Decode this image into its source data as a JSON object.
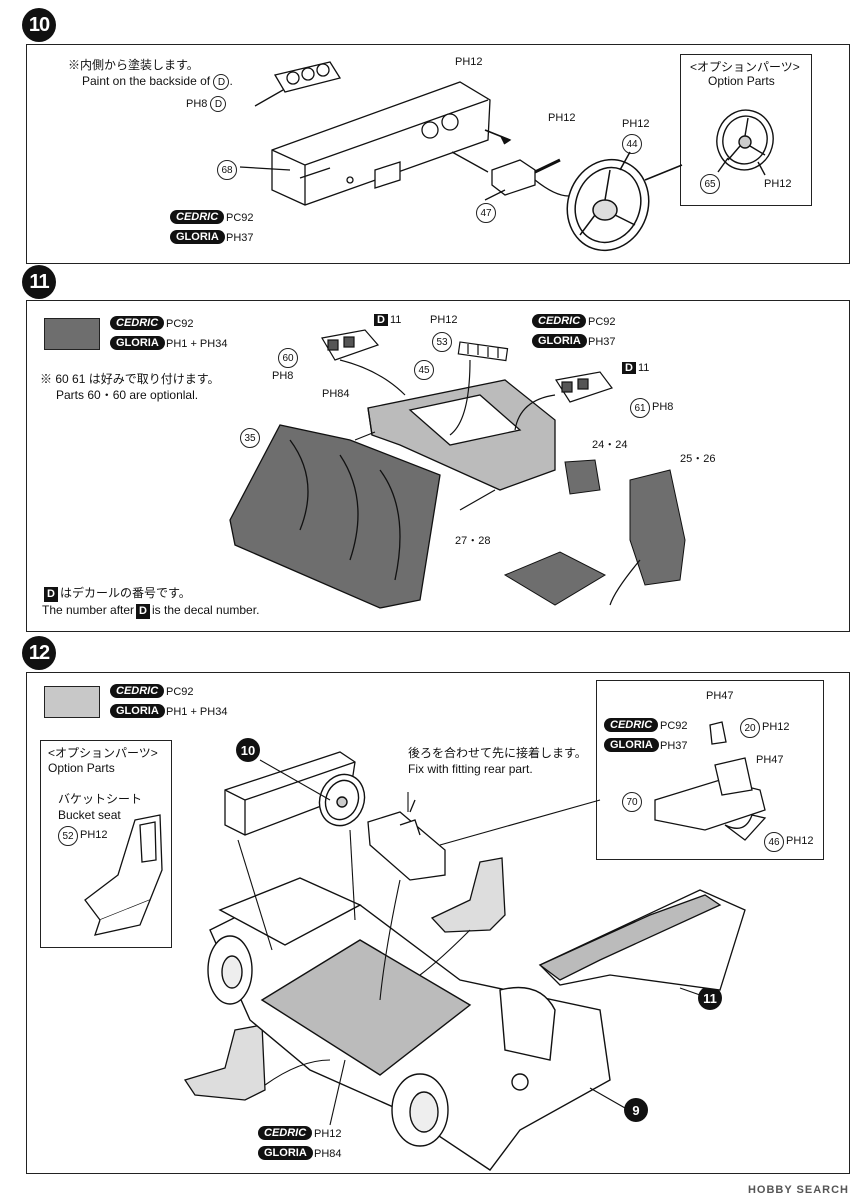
{
  "steps": {
    "s10": {
      "number": "10",
      "note_jp": "※内側から塗装します。",
      "note_en": "Paint on the backside of",
      "note_en_part": "D",
      "note_en_end": ".",
      "ref_d": "PH8",
      "ref_d_part": "D",
      "parts": {
        "p68": "68",
        "p47": "47",
        "p44": "44",
        "p65": "65"
      },
      "refs": {
        "dash_top": "PH12",
        "knob": "PH12",
        "wheel": "PH12",
        "opt_wheel": "PH12"
      },
      "cedric": "CEDRIC",
      "cedric_ref": "PC92",
      "gloria": "GLORIA",
      "gloria_ref": "PH37",
      "option_jp": "<オプションパーツ>",
      "option_en": "Option Parts"
    },
    "s11": {
      "number": "11",
      "cedric": "CEDRIC",
      "cedric_ref": "PC92",
      "gloria": "GLORIA",
      "gloria_ref": "PH1 + PH34",
      "note_jp": "※ 60 61 は好みで取り付けます。",
      "note_en": "Parts 60・60 are optionlal.",
      "parts": {
        "p60": "60",
        "p45": "45",
        "p53": "53",
        "p61": "61",
        "p35": "35",
        "p24": "24・24",
        "p25": "25・26",
        "p27": "27・28"
      },
      "refs": {
        "d11a": "11",
        "d11b": "11",
        "ph12": "PH12",
        "ph8a": "PH8",
        "ph8b": "PH8",
        "ph84": "PH84",
        "cedric2": "CEDRIC",
        "cedric2_ref": "PC92",
        "gloria2": "GLORIA",
        "gloria2_ref": "PH37"
      },
      "decal_jp": "はデカールの番号です。",
      "decal_en_a": "The number after",
      "decal_en_b": "is the decal number.",
      "decal_letter": "D"
    },
    "s12": {
      "number": "12",
      "cedric": "CEDRIC",
      "cedric_ref": "PC92",
      "gloria": "GLORIA",
      "gloria_ref": "PH1 + PH34",
      "option_jp": "<オプションパーツ>",
      "option_en": "Option Parts",
      "bucket_jp": "バケットシート",
      "bucket_en": "Bucket seat",
      "bucket_part": "52",
      "bucket_ref": "PH12",
      "fit_jp": "後ろを合わせて先に接着します。",
      "fit_en": "Fix with fitting rear part.",
      "sub_ref_top": "PH47",
      "sub_cedric": "CEDRIC",
      "sub_cedric_ref": "PC92",
      "sub_gloria": "GLORIA",
      "sub_gloria_ref": "PH37",
      "sub_parts": {
        "p20": "20",
        "p70": "70",
        "p46": "46"
      },
      "sub_refs": {
        "r20": "PH12",
        "r47": "PH47",
        "r46": "PH12"
      },
      "floor_cedric": "CEDRIC",
      "floor_cedric_ref": "PH12",
      "floor_gloria": "GLORIA",
      "floor_gloria_ref": "PH84",
      "callouts": {
        "c10": "10",
        "c11": "11",
        "c9": "9"
      }
    }
  },
  "footer": "HOBBY SEARCH",
  "colors": {
    "swatch11": "#6e6e6e",
    "swatch12": "#c8c8c8",
    "ink": "#111111"
  }
}
